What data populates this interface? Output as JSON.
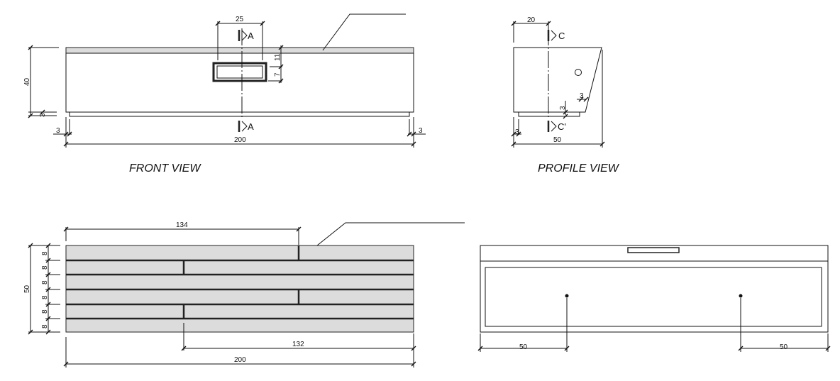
{
  "front_view": {
    "title": "FRONT VIEW",
    "dims": {
      "width": "200",
      "height": "40",
      "slot_width": "25",
      "slot_top": "11",
      "slot_height": "7",
      "recess_left": "3",
      "recess_right": "3",
      "recess_height": "3"
    },
    "section_top": "A",
    "section_bottom": "A"
  },
  "profile_view": {
    "title": "PROFILE VIEW",
    "dims": {
      "width": "50",
      "offset": "20",
      "recess_left": "3",
      "recess_height": "3",
      "chamfer": "3"
    },
    "section_top": "C",
    "section_bottom": "C'"
  },
  "plan_view": {
    "dims": {
      "width": "200",
      "depth": "50",
      "joint_a": "134",
      "joint_b": "132",
      "rows": [
        "8",
        "8",
        "8",
        "8",
        "8",
        "8"
      ]
    }
  },
  "rear_view": {
    "dims": {
      "left": "50",
      "right": "50"
    }
  }
}
